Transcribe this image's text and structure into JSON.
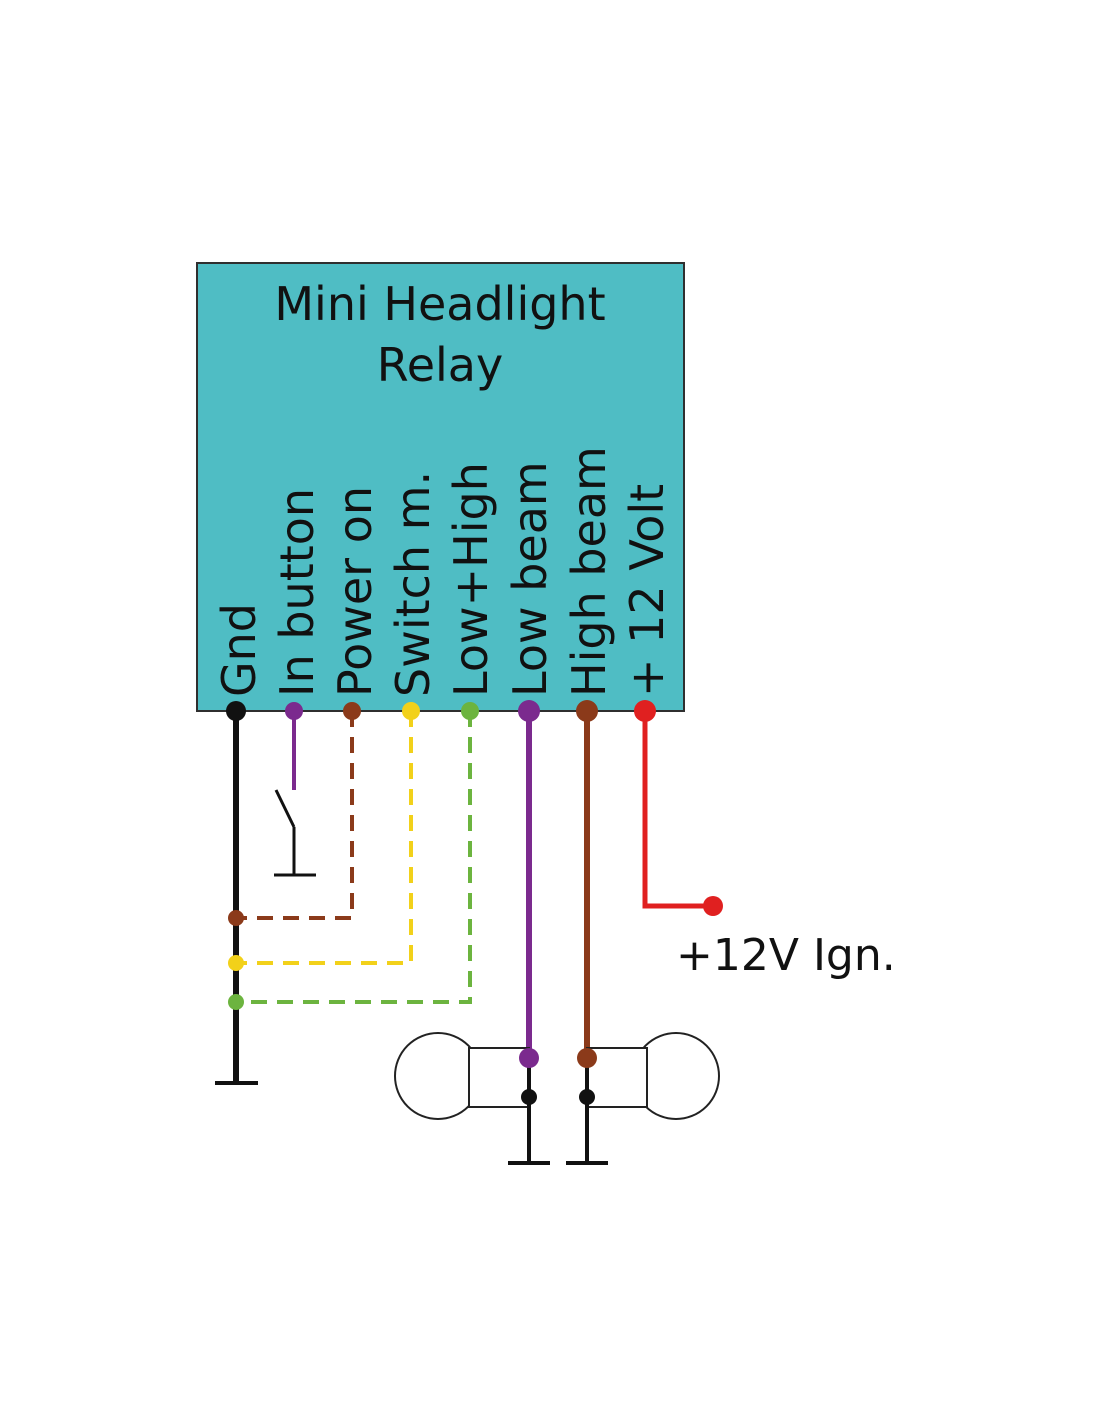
{
  "relay": {
    "title_line1": "Mini Headlight",
    "title_line2": "Relay"
  },
  "pins": [
    {
      "label": "Gnd",
      "color": "#111111"
    },
    {
      "label": "In button",
      "color": "#7b2a8e"
    },
    {
      "label": "Power on",
      "color": "#8b3a1a"
    },
    {
      "label": "Switch m.",
      "color": "#f2d11a"
    },
    {
      "label": "Low+High",
      "color": "#6cb43f"
    },
    {
      "label": "Low beam",
      "color": "#7b2a8e"
    },
    {
      "label": "High beam",
      "color": "#8b3a1a"
    },
    {
      "label": "+ 12 Volt",
      "color": "#e02020"
    }
  ],
  "ignition": {
    "label": "+12V Ign."
  },
  "colors": {
    "box_fill": "#4fbdc4",
    "ground": "#111111",
    "purple": "#7b2a8e",
    "brown": "#8b3a1a",
    "yellow": "#f2d11a",
    "green": "#6cb43f",
    "red": "#e02020"
  }
}
